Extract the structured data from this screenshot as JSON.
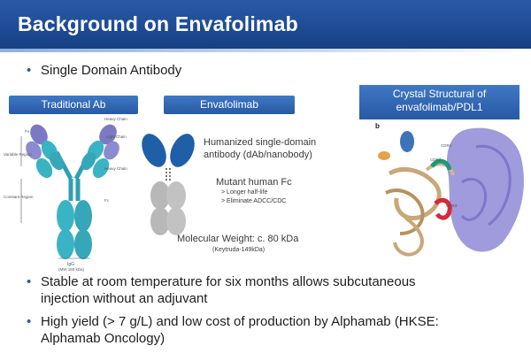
{
  "title": "Background on Envafolimab",
  "bullets": {
    "top": "Single Domain Antibody",
    "b1_line1": "Stable at room temperature for six months allows subcutaneous",
    "b1_line2": "injection without an adjuvant",
    "b2_line1": "High yield (> 7 g/L) and low cost of production by Alphamab (HKSE:",
    "b2_line2": "Alphamab Oncology)"
  },
  "panels": {
    "traditional": {
      "header": "Traditional Ab",
      "heavy_chain_top": "Heavy Chain",
      "light_chain": "Light Chain",
      "variable_region": "Variable Region",
      "constant_region": "Constant Region",
      "heavy_chain_mid": "Heavy Chain",
      "fv": "Fv",
      "fc": "Fc",
      "igg": "IgG",
      "igg_kda": "(MW 150 kDa)"
    },
    "envafolimab": {
      "header": "Envafolimab",
      "desc_line1": "Humanized single-domain",
      "desc_line2": "antibody (dAb/nanobody)",
      "fc_title": "Mutant human Fc",
      "fc_point1": "Longer half-life",
      "fc_point2": "Eliminate ADCC/CDC",
      "mw": "Molecular Weight: c. 80 kDa",
      "mw_ref": "(Keytruda-149kDa)"
    },
    "crystal": {
      "header_line1": "Crystal Structural of",
      "header_line2": "envafolimab/PDL1",
      "figure_label": "b",
      "cdr1": "CDR1",
      "cdr2": "CDR2",
      "cdr3": "CDR3"
    }
  },
  "colors": {
    "title_bar": "#1f4c96",
    "panel_header": "#2f66b3",
    "heavy_chain": "#3ab3c4",
    "light_chain": "#7c79c4",
    "nanobody": "#1f5fa8",
    "fc_domain": "#b8b8b8",
    "pdl1_surface": "#8e8ad6",
    "nanobody_ribbon": "#c9a778"
  }
}
